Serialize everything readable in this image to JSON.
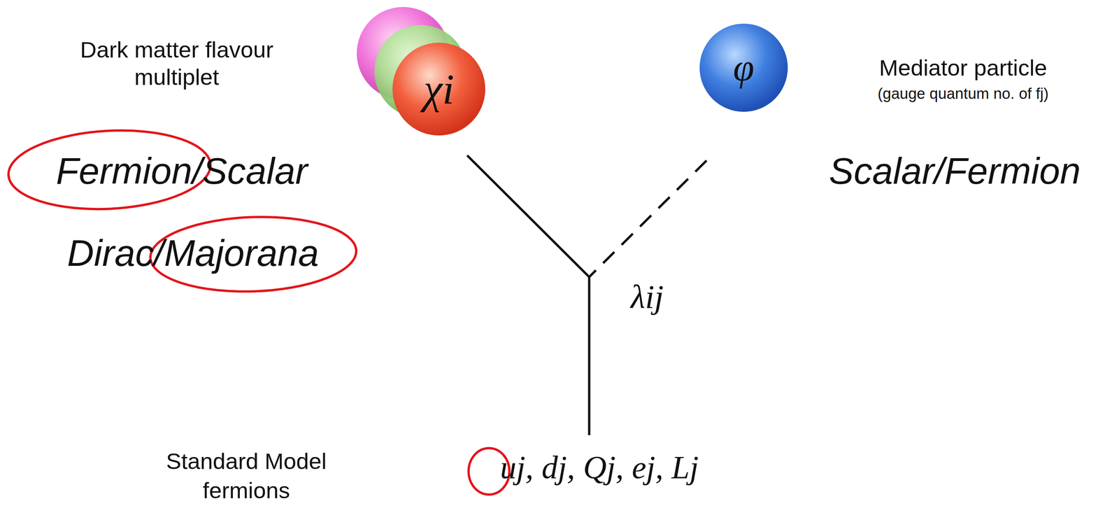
{
  "diagram": {
    "nodes": [
      {
        "text": [
          "χi"
        ]
      },
      {
        "text": [
          "φ"
        ]
      }
    ],
    "labels": [
      "Dark matter flavour multiplet",
      "Fermion/Scalar",
      "Dirac/Majorana",
      "Mediator particle",
      "(gauge quantum no. of fj)",
      "Scalar/Fermion",
      "λij",
      "Standard Model fermions",
      "uj, dj, Qj, ej, Lj"
    ]
  }
}
